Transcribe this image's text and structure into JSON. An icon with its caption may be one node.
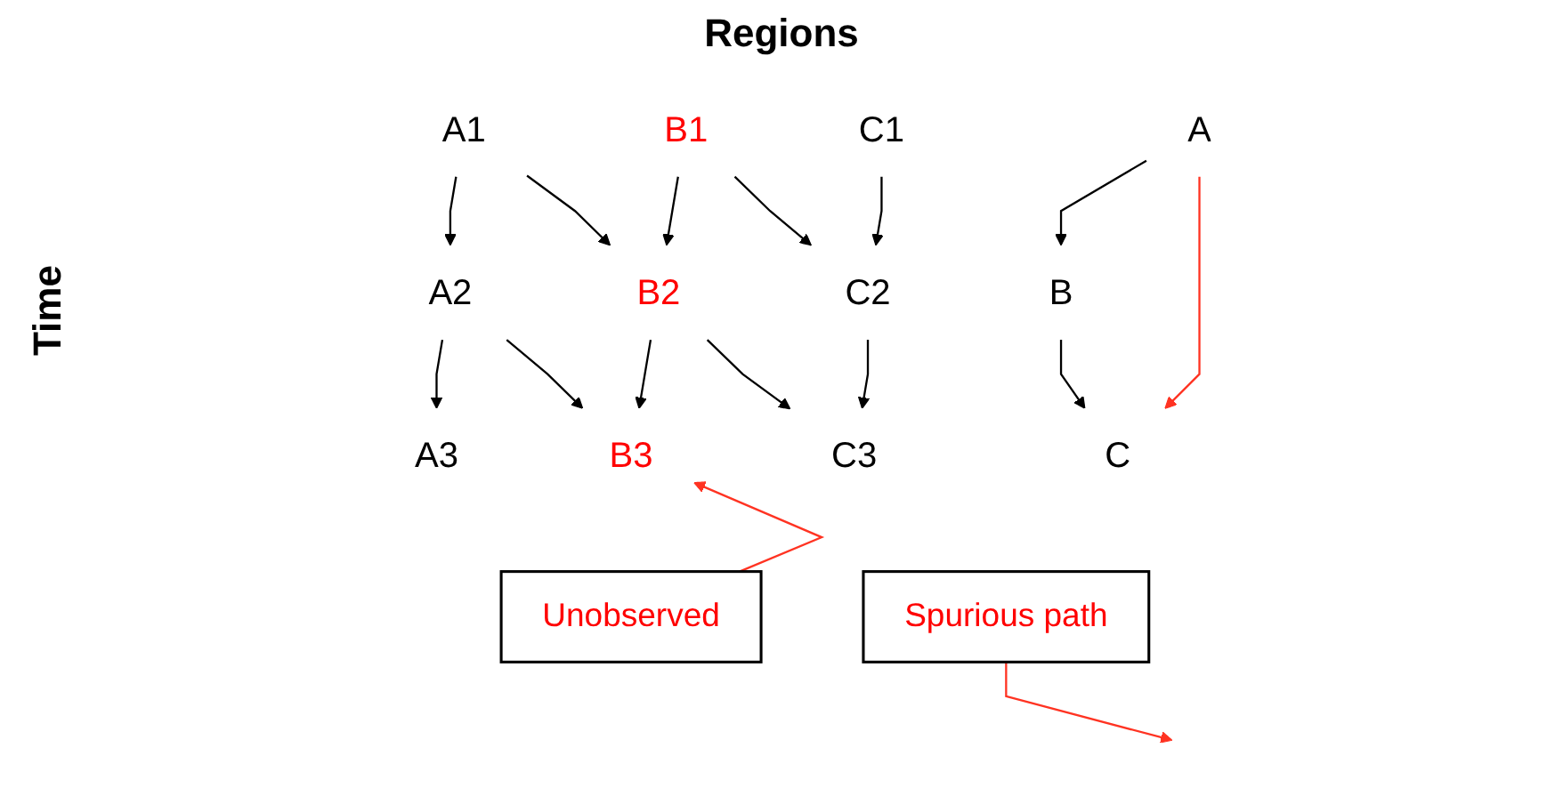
{
  "diagram": {
    "title": "Regions",
    "nodes": [
      {
        "text": [
          "A1"
        ]
      },
      {
        "text": [
          "B1"
        ]
      },
      {
        "text": [
          "C1"
        ]
      },
      {
        "text": [
          "A2"
        ]
      },
      {
        "text": [
          "B2"
        ]
      },
      {
        "text": [
          "C2"
        ]
      },
      {
        "text": [
          "A3"
        ]
      },
      {
        "text": [
          "B3"
        ]
      },
      {
        "text": [
          "C3"
        ]
      },
      {
        "text": [
          "Unobserved"
        ]
      },
      {
        "text": [
          "A"
        ]
      },
      {
        "text": [
          "B"
        ]
      },
      {
        "text": [
          "C"
        ]
      },
      {
        "text": [
          "Spurious path"
        ]
      }
    ],
    "edges": [
      {
        "from": 0,
        "to": 3,
        "arrow": "to"
      },
      {
        "from": 0,
        "to": 4,
        "arrow": "to"
      },
      {
        "from": 1,
        "to": 4,
        "arrow": "to"
      },
      {
        "from": 1,
        "to": 5,
        "arrow": "to"
      },
      {
        "from": 2,
        "to": 5,
        "arrow": "to"
      },
      {
        "from": 3,
        "to": 6,
        "arrow": "to"
      },
      {
        "from": 3,
        "to": 7,
        "arrow": "to"
      },
      {
        "from": 4,
        "to": 7,
        "arrow": "to"
      },
      {
        "from": 4,
        "to": 8,
        "arrow": "to"
      },
      {
        "from": 5,
        "to": 8,
        "arrow": "to"
      },
      {
        "from": 9,
        "to": 7,
        "arrow": "to",
        "color": "#ff3322"
      },
      {
        "from": 10,
        "to": 11,
        "arrow": "to"
      },
      {
        "from": 11,
        "to": 12,
        "arrow": "to"
      },
      {
        "from": 10,
        "to": 12,
        "arrow": "to",
        "color": "#ff3322"
      },
      {
        "from": 13,
        "to": null,
        "arrow": "to",
        "color": "#ff3322"
      }
    ],
    "labels": [
      "Time"
    ]
  }
}
